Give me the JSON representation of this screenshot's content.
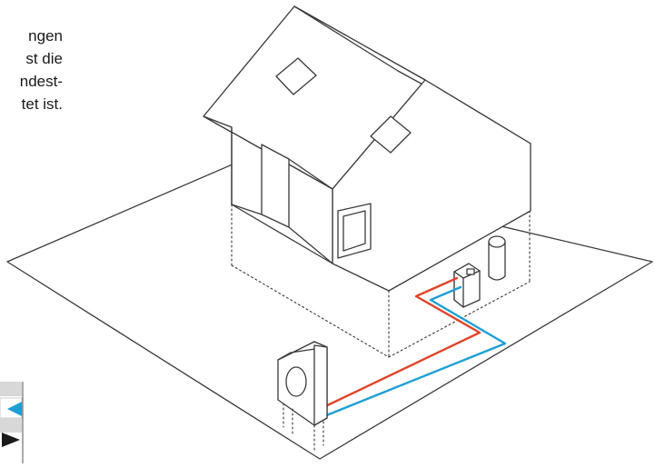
{
  "caption": {
    "lines": [
      "ngen",
      "st die",
      "ndest-",
      "tet ist."
    ]
  },
  "pipes": {
    "flow_color": "#e0442a",
    "return_color": "#1e9fd6",
    "outline_color": "#3a3a3a"
  },
  "icons": [
    "house-icon",
    "heat-pump-outdoor-unit-icon",
    "indoor-unit-icon",
    "hot-water-tank-icon"
  ]
}
